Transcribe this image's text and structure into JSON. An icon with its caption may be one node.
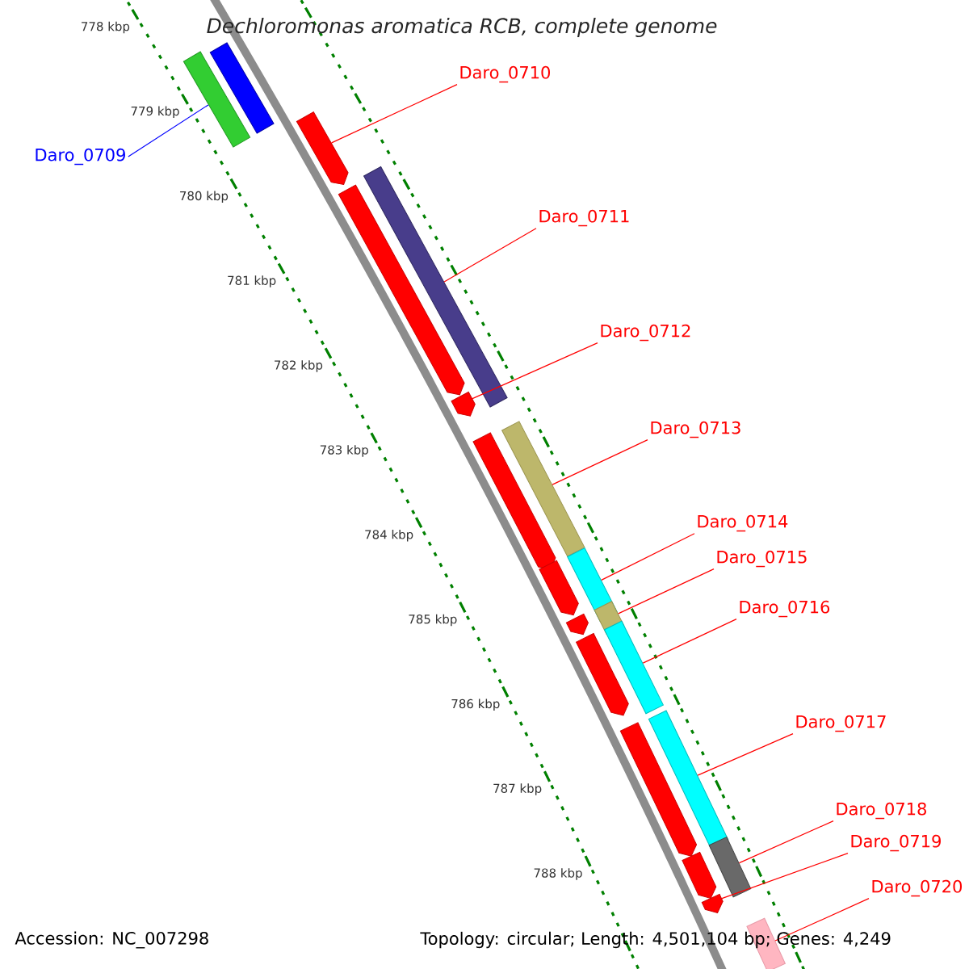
{
  "diagram": {
    "title": "Dechloromonas aromatica RCB, complete genome",
    "nodes": [
      {
        "text": [
          "Daro_0709"
        ]
      },
      {
        "text": [
          "Daro_0710"
        ]
      },
      {
        "text": [
          "Daro_0711"
        ]
      },
      {
        "text": [
          "Daro_0712"
        ]
      },
      {
        "text": [
          "Daro_0713"
        ]
      },
      {
        "text": [
          "Daro_0714"
        ]
      },
      {
        "text": [
          "Daro_0715"
        ]
      },
      {
        "text": [
          "Daro_0716"
        ]
      },
      {
        "text": [
          "Daro_0717"
        ]
      },
      {
        "text": [
          "Daro_0718"
        ]
      },
      {
        "text": [
          "Daro_0719"
        ]
      },
      {
        "text": [
          "Daro_0720"
        ]
      },
      {
        "text": [],
        "shape": "bar"
      },
      {
        "text": [],
        "shape": "bar"
      },
      {
        "text": [],
        "shape": "arrow"
      },
      {
        "text": [],
        "shape": "arrow"
      },
      {
        "text": [],
        "shape": "bar"
      },
      {
        "text": [],
        "shape": "arrow"
      },
      {
        "text": [],
        "shape": "arrow"
      },
      {
        "text": [],
        "shape": "bar"
      },
      {
        "text": [],
        "shape": "arrow"
      },
      {
        "text": [],
        "shape": "bar"
      },
      {
        "text": [],
        "shape": "arrow"
      },
      {
        "text": [],
        "shape": "bar"
      },
      {
        "text": [],
        "shape": "arrow"
      },
      {
        "text": [],
        "shape": "bar"
      },
      {
        "text": [],
        "shape": "arrow"
      },
      {
        "text": [],
        "shape": "bar"
      },
      {
        "text": [],
        "shape": "arrow"
      },
      {
        "text": [],
        "shape": "bar"
      },
      {
        "text": [],
        "shape": "arrow"
      },
      {
        "text": [],
        "shape": "bar"
      }
    ],
    "edges": [
      {
        "from": 0,
        "to": 12,
        "arrow": "none",
        "color": "#0000ff"
      },
      {
        "from": 1,
        "to": 14,
        "arrow": "none"
      },
      {
        "from": 2,
        "to": 16,
        "arrow": "none"
      },
      {
        "from": 3,
        "to": 17,
        "arrow": "none"
      },
      {
        "from": 4,
        "to": 19,
        "arrow": "none"
      },
      {
        "from": 5,
        "to": 21,
        "arrow": "none"
      },
      {
        "from": 6,
        "to": 23,
        "arrow": "none"
      },
      {
        "from": 7,
        "to": 25,
        "arrow": "none"
      },
      {
        "from": 8,
        "to": 27,
        "arrow": "none"
      },
      {
        "from": 9,
        "to": 29,
        "arrow": "none"
      },
      {
        "from": 10,
        "to": 30,
        "arrow": "none"
      },
      {
        "from": 11,
        "to": 31,
        "arrow": "none"
      }
    ],
    "labels": [
      "778 kbp",
      "779 kbp",
      "780 kbp",
      "781 kbp",
      "782 kbp",
      "783 kbp",
      "784 kbp",
      "785 kbp",
      "786 kbp",
      "787 kbp",
      "788 kbp",
      "Accession: NC_007298",
      "Topology: circular; Length: 4,501,104 bp; Genes: 4,249"
    ]
  }
}
